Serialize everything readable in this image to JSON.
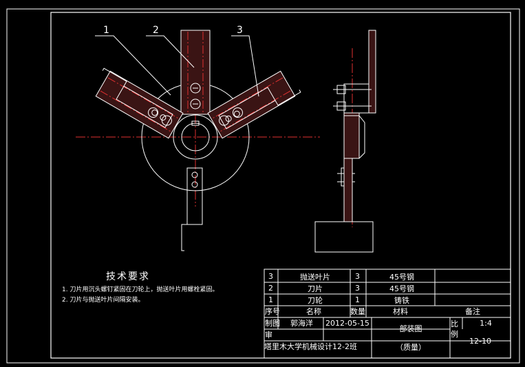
{
  "callouts": {
    "c1": "1",
    "c2": "2",
    "c3": "3"
  },
  "tech_notes": {
    "title": "技术要求",
    "line1": "1. 刀片用沉头螺钉紧固在刀轮上，抛送叶片用螺栓紧固。",
    "line2": "2. 刀片与抛送叶片间隔安装。"
  },
  "parts_list": {
    "rows": [
      {
        "seq": "3",
        "name": "抛送叶片",
        "qty": "3",
        "material": "45号钢"
      },
      {
        "seq": "2",
        "name": "刀片",
        "qty": "3",
        "material": "45号钢"
      },
      {
        "seq": "1",
        "name": "刀轮",
        "qty": "1",
        "material": "铸铁"
      }
    ],
    "header": {
      "seq": "序号",
      "name": "名称",
      "qty": "数量",
      "material": "材料",
      "remark": "备注"
    }
  },
  "title_block": {
    "drawn_label": "制图",
    "drawer": "郭海洋",
    "date": "2012-05-15",
    "drawing_title": "部装图",
    "scale_label": "比例",
    "scale": "1:4",
    "review_label": "审",
    "school": "塔里木大学机械设计12-2班",
    "mass": "（质量）",
    "drawing_no": "12-10"
  },
  "colors": {
    "line": "#ffffff",
    "centerline": "#e03030",
    "background": "#000000"
  }
}
